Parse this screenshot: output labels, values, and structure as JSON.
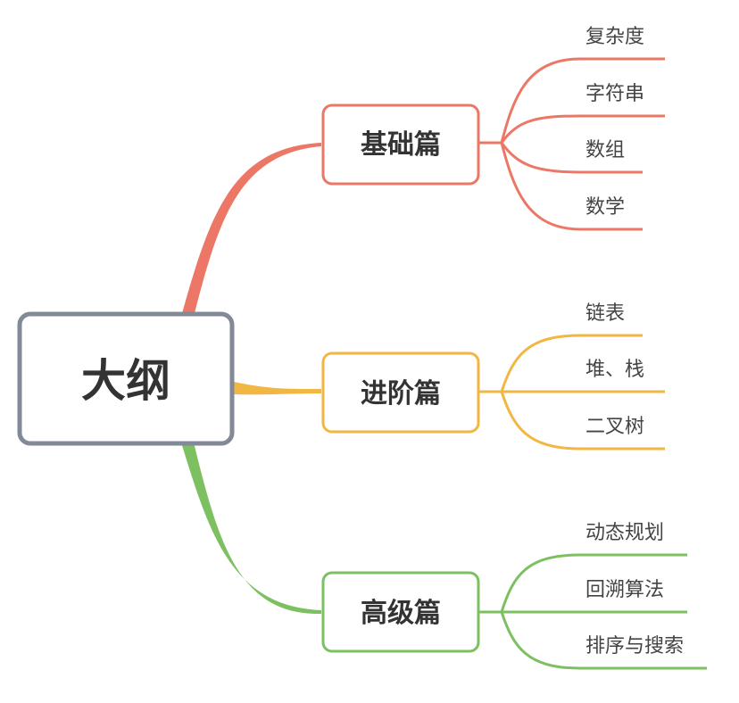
{
  "root": {
    "label": "大纲"
  },
  "branches": [
    {
      "label": "基础篇",
      "color": "#ec7766",
      "leaves": [
        "复杂度",
        "字符串",
        "数组",
        "数学"
      ]
    },
    {
      "label": "进阶篇",
      "color": "#f2b643",
      "leaves": [
        "链表",
        "堆、栈",
        "二叉树"
      ]
    },
    {
      "label": "高级篇",
      "color": "#7cc061",
      "leaves": [
        "动态规划",
        "回溯算法",
        "排序与搜索"
      ]
    }
  ],
  "colors": {
    "root_border": "#828a98"
  }
}
